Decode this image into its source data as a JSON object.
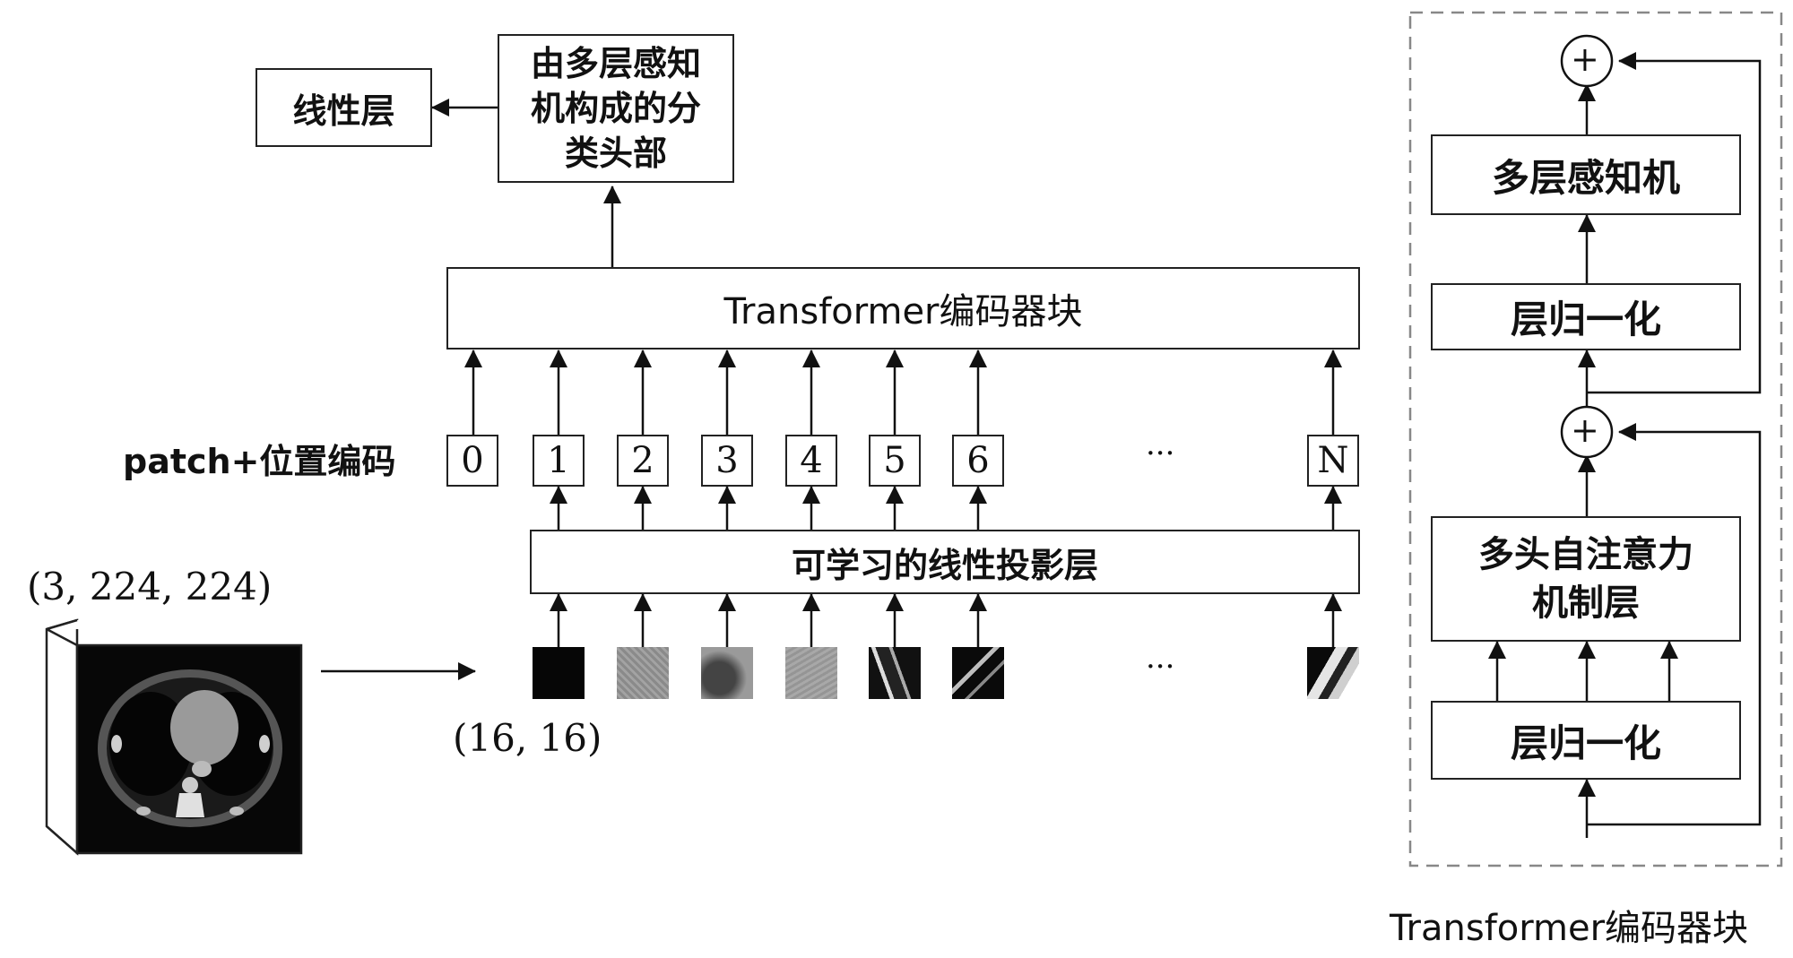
{
  "classifier": {
    "linear_layer": "线性层",
    "head_line1": "由多层感知",
    "head_line2": "机构成的分",
    "head_line3": "类头部"
  },
  "encoder_bar": {
    "label": "Transformer编码器块"
  },
  "embedding": {
    "row_label": "patch+位置编码",
    "tokens": [
      "0",
      "1",
      "2",
      "3",
      "4",
      "5",
      "6",
      "N"
    ],
    "ellipsis": "···"
  },
  "projection": {
    "label": "可学习的线性投影层"
  },
  "input": {
    "shape_label": "(3, 224, 224)",
    "patch_size_label": "(16, 16)",
    "patch_ellipsis": "···"
  },
  "detail": {
    "mlp": "多层感知机",
    "norm_top": "层归一化",
    "attention_line1": "多头自注意力",
    "attention_line2": "机制层",
    "norm_bottom": "层归一化",
    "add_symbol": "+",
    "caption": "Transformer编码器块"
  }
}
